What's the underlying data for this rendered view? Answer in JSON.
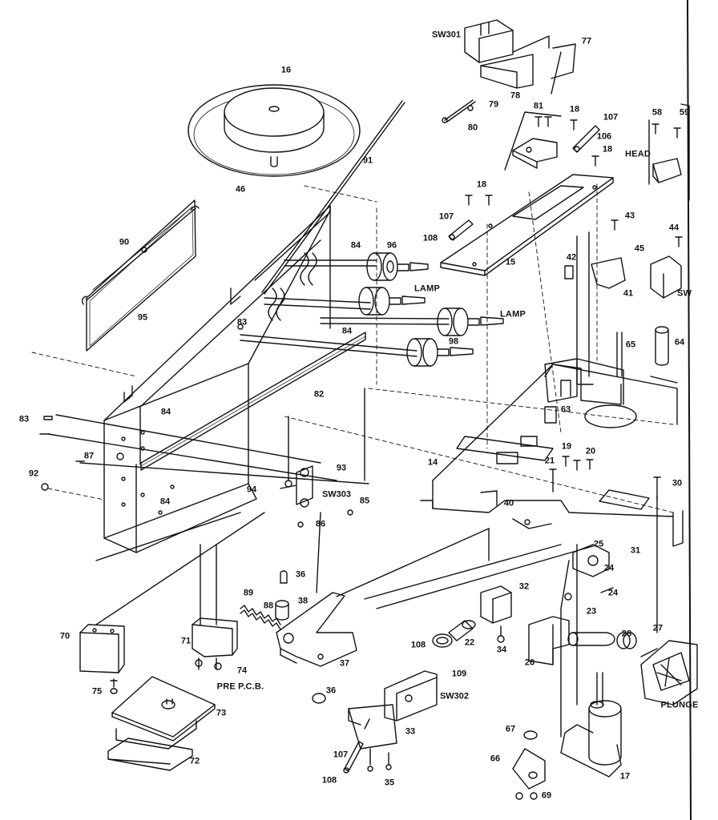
{
  "diagram": {
    "labels": {
      "sw301": "SW301",
      "l77": "77",
      "l78": "78",
      "l81": "81",
      "l79": "79",
      "l80": "80",
      "l18a": "18",
      "l107a": "107",
      "l106a": "106",
      "l18b": "18",
      "l58": "58",
      "l59": "59",
      "head": "HEAD",
      "l16": "16",
      "l91": "91",
      "l46": "46",
      "l18c": "18",
      "l107b": "107",
      "l108a": "108",
      "l15": "15",
      "l43": "43",
      "l44": "44",
      "l45": "45",
      "l42": "42",
      "l41": "41",
      "sw_r": "SW",
      "l90": "90",
      "l95": "95",
      "l84a": "84",
      "l96": "96",
      "lamp1": "LAMP",
      "lamp2": "LAMP",
      "l83a": "83",
      "l84b": "84",
      "l98": "98",
      "l65": "65",
      "l64": "64",
      "l82": "82",
      "l63": "63",
      "l83b": "83",
      "l84c": "84",
      "l87": "87",
      "l92": "92",
      "l14": "14",
      "l19": "19",
      "l21": "21",
      "l20": "20",
      "l30": "30",
      "l93": "93",
      "l94": "94",
      "sw303": "SW303",
      "l85": "85",
      "l86": "86",
      "l40": "40",
      "l84d": "84",
      "l25": "25",
      "l31": "31",
      "l24a": "24",
      "l24b": "24",
      "l36a": "36",
      "l89": "89",
      "l88": "88",
      "l38": "38",
      "l32": "32",
      "l23": "23",
      "l70": "70",
      "l71": "71",
      "l74": "74",
      "l75": "75",
      "prepcb": "PRE P.C.B.",
      "l73": "73",
      "l72": "72",
      "l37": "37",
      "l36b": "36",
      "l108b": "108",
      "l109": "109",
      "sw302": "SW302",
      "l34": "34",
      "l22": "22",
      "l26": "26",
      "l28": "28",
      "l27": "27",
      "plunger": "PLUNGE",
      "l33": "33",
      "l107c": "107",
      "l108c": "108",
      "l35": "35",
      "l67": "67",
      "l66": "66",
      "l69": "69",
      "l17": "17"
    }
  }
}
